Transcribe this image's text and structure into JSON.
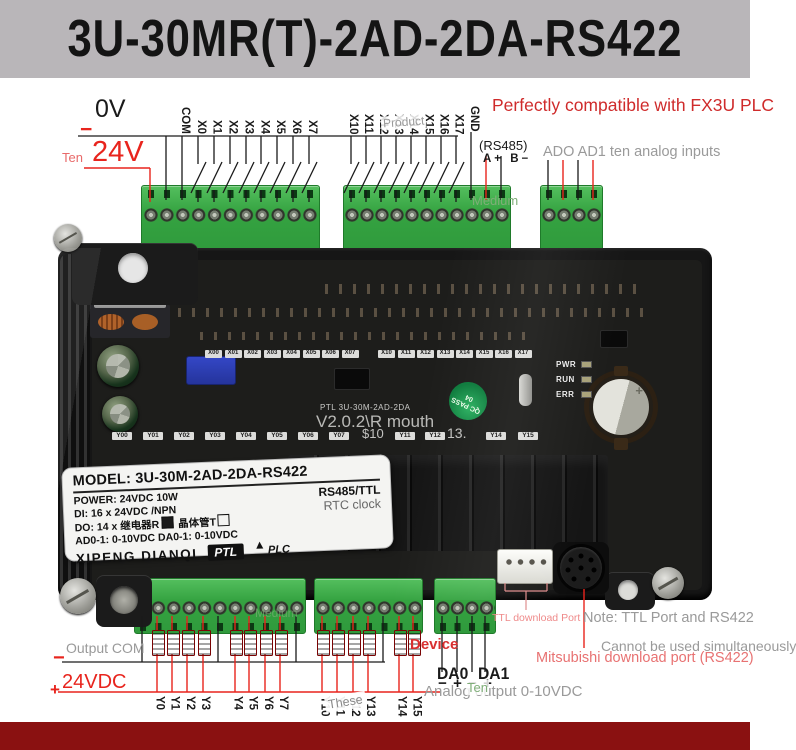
{
  "title": "3U-30MR(T)-2AD-2DA-RS422",
  "compat": "Perfectly compatible with FX3U PLC",
  "top": {
    "zero_v": "0V",
    "minus": "−",
    "v24": "24V",
    "x_left": [
      "COM",
      "X0",
      "X1",
      "X2",
      "X3",
      "X4",
      "X5",
      "X6",
      "X7"
    ],
    "x_right": [
      "X10",
      "X11",
      "X12",
      "X13",
      "X14",
      "X15",
      "X16",
      "X17"
    ],
    "gnd": "GND",
    "rs485": "(RS485)",
    "ab": "A+ B−",
    "analog_inputs": "ADO AD1 ten analog inputs"
  },
  "board": {
    "x_silk": [
      "X00",
      "X01",
      "X02",
      "X03",
      "X04",
      "X05",
      "X06",
      "X07"
    ],
    "x_silk2": [
      "X10",
      "X11",
      "X12",
      "X13",
      "X14",
      "X15",
      "X16",
      "X17"
    ],
    "y_silk": [
      "Y00",
      "Y01",
      "Y02",
      "Y03",
      "Y04",
      "Y05",
      "Y06",
      "Y07"
    ],
    "y_silk2": [
      "Y11",
      "Y12"
    ],
    "y_silk3": [
      "Y14",
      "Y15"
    ],
    "leds": [
      "PWR",
      "RUN",
      "ERR"
    ],
    "qc": "QC PASS 04",
    "silk_model": "PTL 3U-30M-2AD-2DA",
    "battery_plus": "+",
    "label": {
      "model": "MODEL: 3U-30M-2AD-2DA-RS422",
      "power": "POWER: 24VDC 10W",
      "rs485ttl": "RS485/TTL",
      "di": "DI: 16 x 24VDC /NPN",
      "rtc": "RTC clock",
      "do_relay": "DO: 14 x 继电器R",
      "do_transistor": "晶体管T",
      "ad_da": "AD0-1: 0-10VDC DA0-1: 0-10VDC",
      "brand": "XIPENG DIANQI",
      "ptl": "PTL",
      "plc": "PLC"
    }
  },
  "bottom": {
    "output_com": "Output COM",
    "minus": "−",
    "plus": "+",
    "v24dc": "24VDC",
    "y_g1": [
      "Y0",
      "Y1",
      "Y2",
      "Y3"
    ],
    "y_g2": [
      "Y4",
      "Y5",
      "Y6",
      "Y7"
    ],
    "y_g3": [
      "Y10",
      "Y11",
      "Y12",
      "Y13"
    ],
    "y_g4": [
      "Y14",
      "Y15"
    ],
    "da_signs": [
      "−",
      "+",
      "−",
      "+"
    ],
    "da0": "DA0",
    "da1": "DA1",
    "analog_out": "Analog output 0-10VDC",
    "ttl_port": "TTL download Port",
    "note1": "Note: TTL Port and RS422",
    "note2": "Cannot be used simultaneously",
    "mitsubishi": "Mitsubishi download port (RS422)"
  },
  "watermarks": {
    "product": "Product",
    "medium_top": "Medium",
    "medium_bottom": "Medium",
    "ten_top": "Ten",
    "ten_bottom": "Ten",
    "these": "These",
    "device": "Device",
    "v202": "V2.0.2\\R mouth",
    "s10": "$10",
    "n13": "13."
  },
  "colors": {
    "annotation_red": "#e8241d",
    "compat_red": "#cf2b2b",
    "gray_text": "#9a9a9a",
    "salmon_text": "#e87272",
    "terminal_green": "#3aa844",
    "case_black": "#161616",
    "title_bar": "#b9b6b9",
    "bottom_bar": "#8a1111",
    "load_red": "#cc1111",
    "watermark_green": "#7fae78"
  }
}
